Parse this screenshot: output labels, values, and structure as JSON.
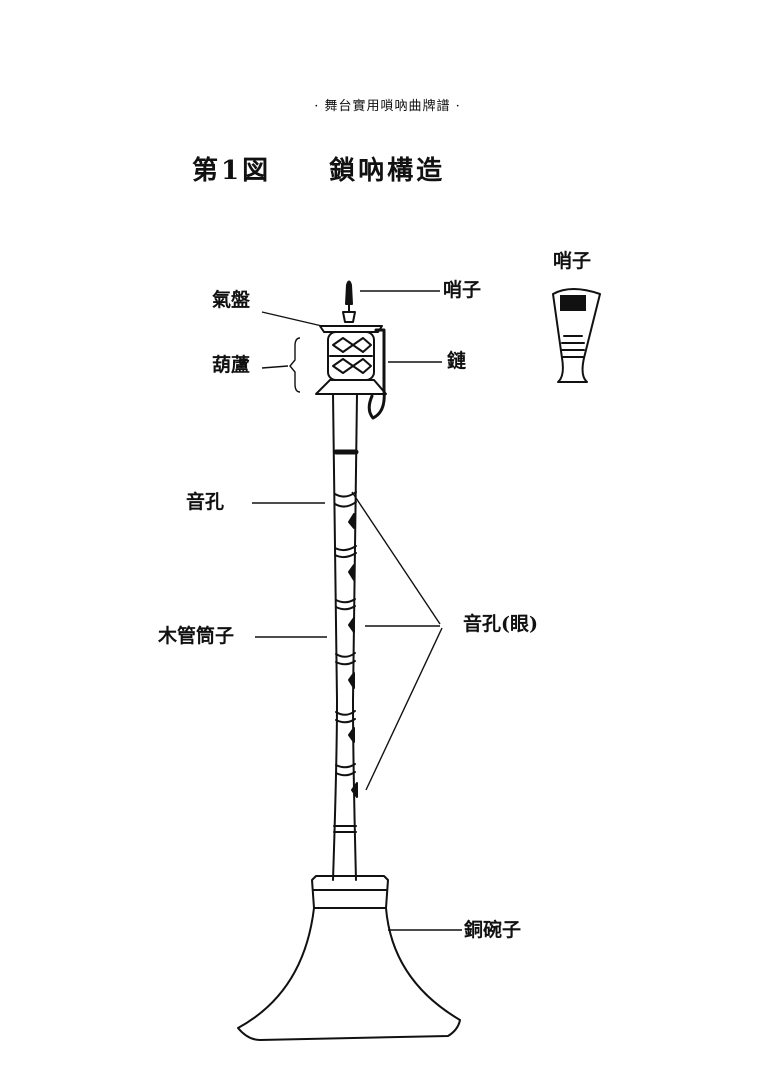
{
  "header": "· 舞台實用嗩吶曲牌譜 ·",
  "title": "第1図　　鎖吶構造",
  "labels": {
    "qi_pan": "氣盤",
    "hu_lu": "葫蘆",
    "shao_zi": "哨子",
    "lian": "鏈",
    "shao_zi_detail": "哨子",
    "yin_kong": "音孔",
    "mu_guan": "木管筒子",
    "yin_kong_yan": "音孔(眼)",
    "tong_wan": "銅碗子"
  }
}
